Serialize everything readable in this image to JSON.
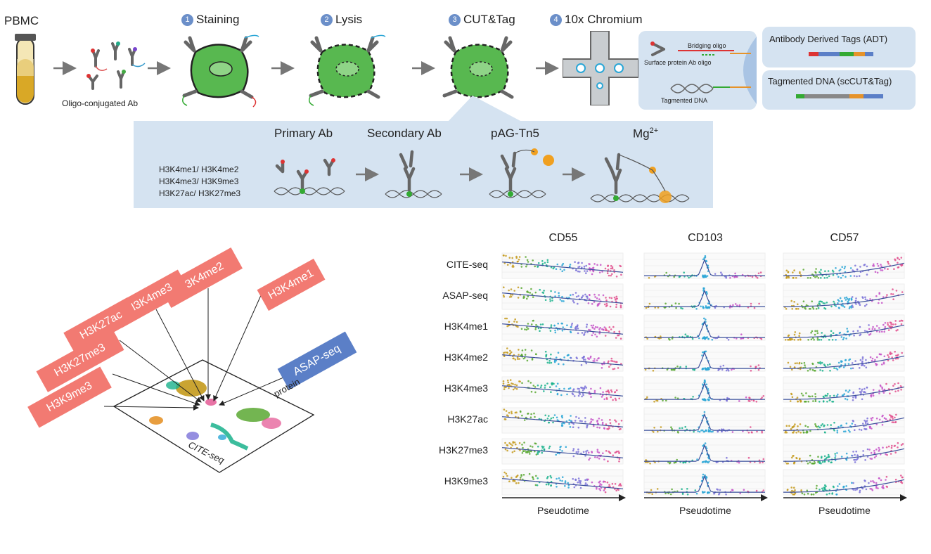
{
  "workflow": {
    "pbmc_label": "PBMC",
    "oligo_label": "Oligo-conjugated Ab",
    "steps": [
      {
        "num": "1",
        "label": "Staining"
      },
      {
        "num": "2",
        "label": "Lysis"
      },
      {
        "num": "3",
        "label": "CUT&Tag"
      },
      {
        "num": "4",
        "label": "10x Chromium"
      }
    ],
    "chromium": {
      "bridging": "Bridging oligo",
      "surface": "Surface protein Ab oligo",
      "tagmented": "Tagmented DNA"
    },
    "outputs": [
      {
        "label": "Antibody Derived Tags (ADT)"
      },
      {
        "label": "Tagmented DNA (scCUT&Tag)"
      }
    ]
  },
  "cuttag": {
    "marks": [
      "H3K4me1/ H3K4me2",
      "H3K4me3/ H3K9me3",
      "H3K27ac/ H3K27me3"
    ],
    "stages": [
      "Primary Ab",
      "Secondary Ab",
      "pAG-Tn5",
      "Mg"
    ],
    "mg_sup": "2+"
  },
  "integration": {
    "labels": [
      "H3K4me1",
      "H3K4me2",
      "H3K4me3",
      "H3K27ac",
      "H3K27me3",
      "H3K9me3"
    ],
    "asap": "ASAP-seq",
    "protein": "protein",
    "cite": "CITE-seq"
  },
  "grid": {
    "columns": [
      "CD55",
      "CD103",
      "CD57"
    ],
    "rows": [
      "CITE-seq",
      "ASAP-seq",
      "H3K4me1",
      "H3K4me2",
      "H3K4me3",
      "H3K27ac",
      "H3K27me3",
      "H3K9me3"
    ],
    "xlabel": "Pseudotime",
    "colors": [
      "#c49a1c",
      "#5aa832",
      "#1ab28c",
      "#2aa6d6",
      "#7b72d8",
      "#c654c8",
      "#e2508e"
    ]
  }
}
